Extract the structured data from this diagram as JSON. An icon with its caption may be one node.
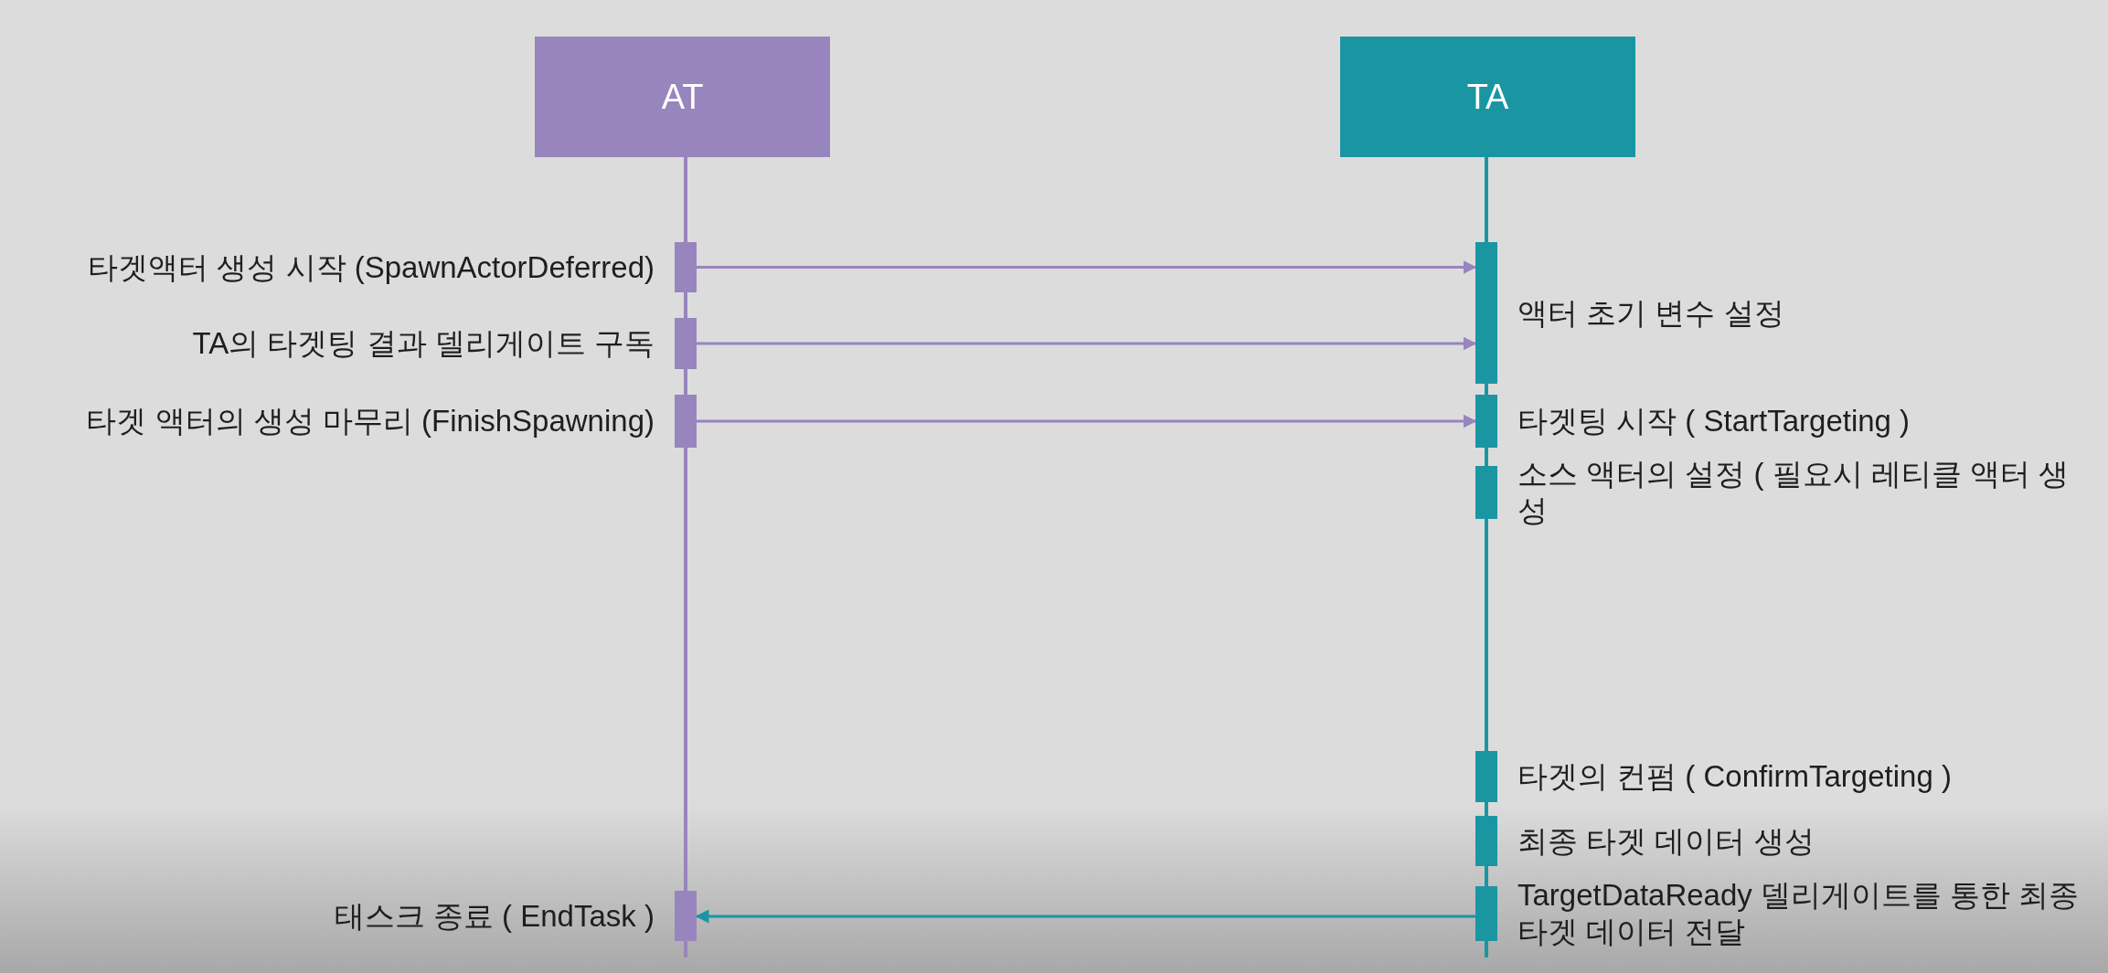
{
  "diagram": {
    "nodes": [
      {
        "text": [
          "AT"
        ]
      },
      {
        "text": [
          "TA"
        ]
      },
      {
        "text": [],
        "shape": "bar",
        "beside": [
          "타겟액터 생성 시작 (SpawnActorDeferred)"
        ]
      },
      {
        "text": [],
        "shape": "bar",
        "beside": [
          "액터 초기 변수 설정"
        ]
      },
      {
        "text": [],
        "shape": "bar",
        "beside": [
          "TA의 타겟팅 결과 델리게이트 구독"
        ]
      },
      {
        "text": [],
        "shape": "bar",
        "beside": [
          "타겟 액터의 생성 마무리 (FinishSpawning)"
        ]
      },
      {
        "text": [],
        "shape": "bar",
        "beside": [
          "타겟팅 시작 ( StartTargeting )"
        ]
      },
      {
        "text": [],
        "shape": "bar",
        "beside": [
          "소스 액터의 설정 ( 필요시 레티클 액터 생성"
        ]
      },
      {
        "text": [],
        "shape": "bar",
        "beside": [
          "타겟의 컨펌 ( ConfirmTargeting )"
        ]
      },
      {
        "text": [],
        "shape": "bar",
        "beside": [
          "최종 타겟 데이터 생성"
        ]
      },
      {
        "text": [],
        "shape": "bar",
        "beside": [
          "TargetDataReady 델리게이트를 통한 최종 타겟 데이터 전달"
        ]
      },
      {
        "text": [],
        "shape": "bar",
        "beside": [
          "태스크 종료 ( EndTask )"
        ]
      }
    ],
    "edges": [
      {
        "from": 2,
        "to": 3,
        "arrow": "to"
      },
      {
        "from": 4,
        "to": 3,
        "arrow": "to"
      },
      {
        "from": 5,
        "to": 6,
        "arrow": "to"
      },
      {
        "from": 10,
        "to": 11,
        "arrow": "to",
        "color": "#1a96a3"
      }
    ]
  }
}
